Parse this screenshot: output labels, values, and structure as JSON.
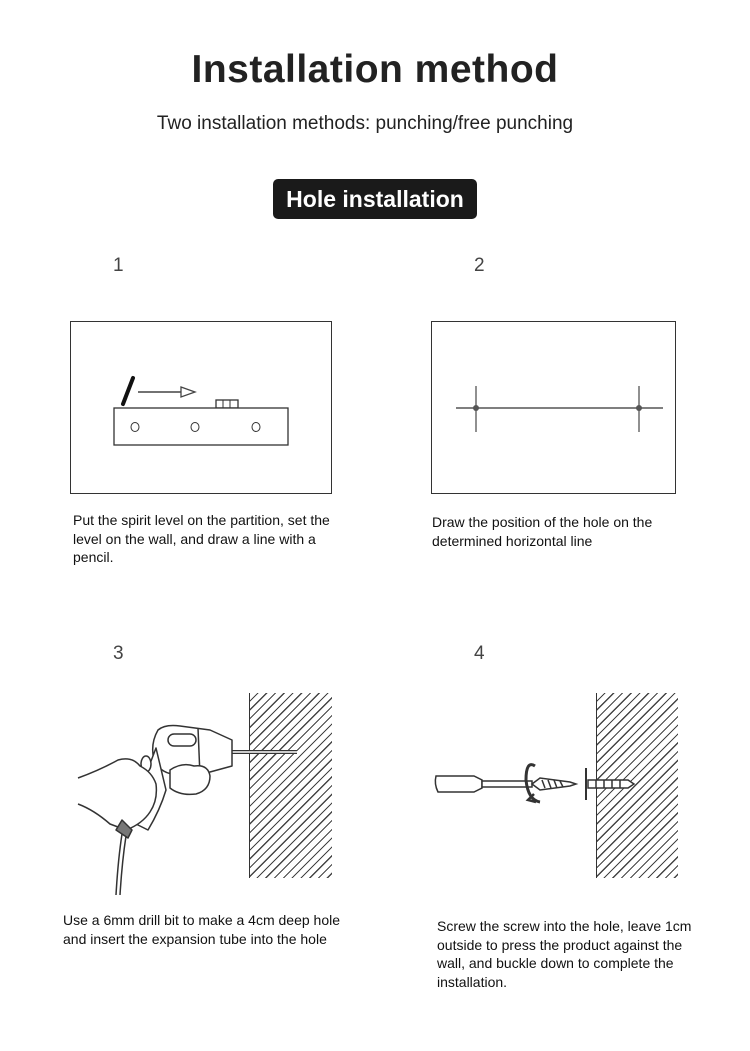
{
  "header": {
    "title": "Installation method",
    "subtitle": "Two installation methods: punching/free punching",
    "section_badge": "Hole installation"
  },
  "steps": [
    {
      "number": "1",
      "text": "Put the spirit level on the partition, set the level on the wall, and draw a line with a pencil.",
      "illustration": "spirit-level-pencil"
    },
    {
      "number": "2",
      "text": "Draw the position of the hole on the determined horizontal line",
      "illustration": "horizontal-line-marks"
    },
    {
      "number": "3",
      "text": "Use a 6mm drill bit to make a 4cm deep hole and insert the expansion tube into the hole",
      "illustration": "drill-into-wall"
    },
    {
      "number": "4",
      "text": "Screw the screw into the hole, leave 1cm outside to press the product against the wall, and buckle down to complete the installation.",
      "illustration": "screwdriver-into-wall"
    }
  ]
}
